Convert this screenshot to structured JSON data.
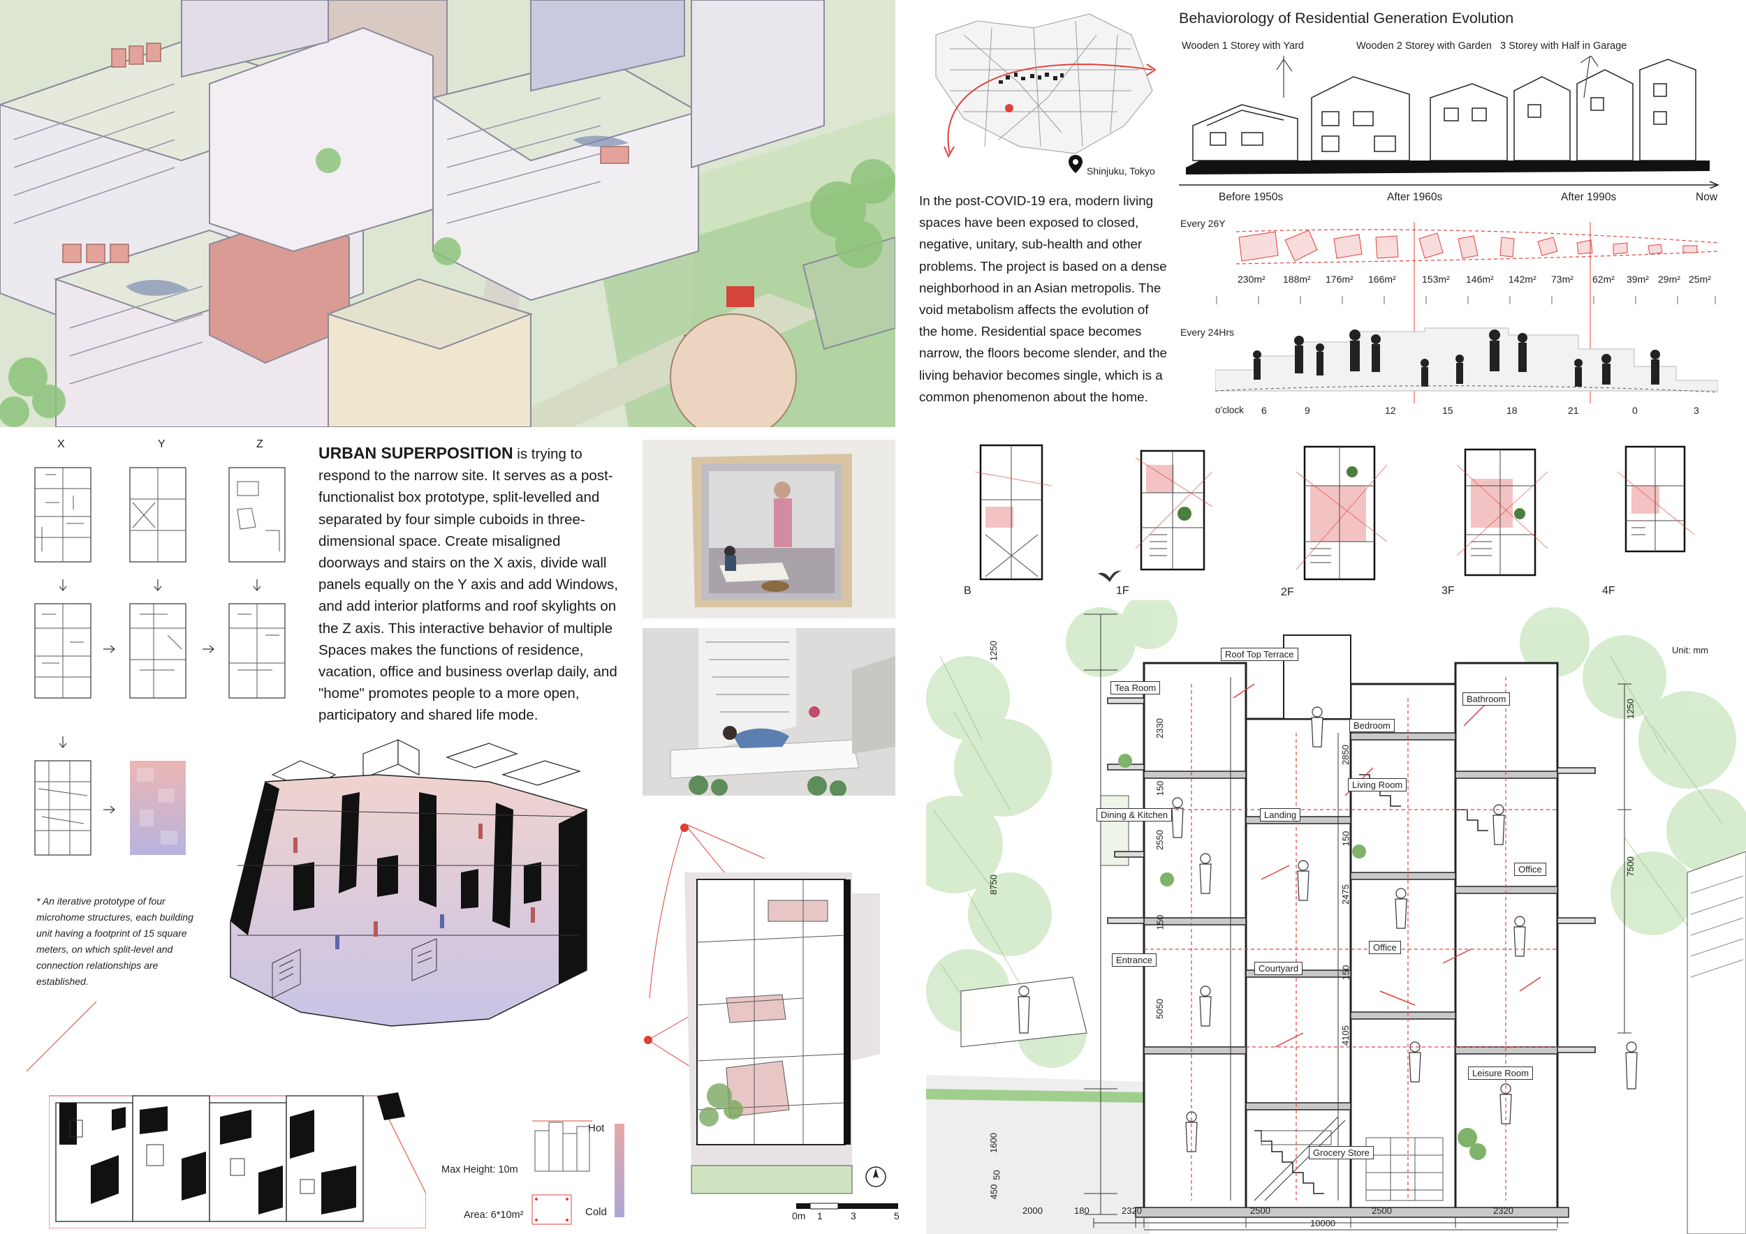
{
  "title": "Behaviorology of Residential Generation Evolution",
  "house_types": [
    "Wooden 1 Storey with Yard",
    "Wooden 2 Storey with Garden",
    "3 Storey with Half in Garage"
  ],
  "timeline": [
    "Before 1950s",
    "After 1960s",
    "After 1990s",
    "Now"
  ],
  "location": "Shinjuku, Tokyo",
  "intro": "In the post-COVID-19 era, modern living spaces have been exposed to closed, negative, unitary, sub-health and other problems. The project is based on a dense neighborhood in an Asian metropolis. The void metabolism affects the evolution of the home. Residential space becomes narrow, the floors become slender, and the living behavior becomes single, which is a common phenomenon about the home.",
  "areas_label": "Every 26Y",
  "areas": [
    "230m²",
    "188m²",
    "176m²",
    "166m²",
    "153m²",
    "146m²",
    "142m²",
    "73m²",
    "62m²",
    "39m²",
    "29m²",
    "25m²"
  ],
  "hours_label": "Every 24Hrs",
  "hours_unit": "o'clock",
  "hours": [
    "6",
    "9",
    "12",
    "15",
    "18",
    "21",
    "0",
    "3"
  ],
  "axes": [
    "X",
    "Y",
    "Z"
  ],
  "concept_heading": "URBAN SUPERPOSITION",
  "concept_text": "is trying to respond to the narrow site. It serves as a post-functionalist box prototype, split-levelled and separated by four simple cuboids in three-dimensional space. Create misaligned doorways and stairs on the X axis, divide wall panels equally on the Y axis and add Windows, and add interior platforms and roof skylights on the Z axis. This interactive behavior of multiple Spaces makes the functions of residence, vacation, office and business overlap daily, and \"home\" promotes people to a more open, participatory and shared life mode.",
  "prototype_note": "* An iterative prototype of four microhome structures, each building unit having a footprint of 15 square meters, on which split-level and connection relationships are established.",
  "max_height": "Max Height: 10m",
  "area_label": "Area: 6*10m²",
  "legend_hot": "Hot",
  "legend_cold": "Cold",
  "floors": [
    "B",
    "1F",
    "2F",
    "3F",
    "4F"
  ],
  "unit": "Unit: mm",
  "rooms": [
    "Roof Top Terrace",
    "Tea Room",
    "Bathroom",
    "Bedroom",
    "Living Room",
    "Dining & Kitchen",
    "Landing",
    "Office",
    "Office",
    "Entrance",
    "Courtyard",
    "Leisure Room",
    "Grocery Store"
  ],
  "dims_h": [
    "2000",
    "180",
    "2320",
    "2500",
    "2500",
    "2320"
  ],
  "dim_total": "10000",
  "dims_v_left": [
    "1250",
    "8750",
    "1600",
    "450",
    "50"
  ],
  "dims_v_inner": [
    "2330",
    "150",
    "2550",
    "150",
    "5050",
    "2850",
    "150",
    "2475",
    "150",
    "4105"
  ],
  "dims_v_right": [
    "1250",
    "7500"
  ],
  "scale": [
    "0m",
    "1",
    "3",
    "5"
  ],
  "colors": {
    "accent": "#e0403a",
    "pink": "#e8b0b0",
    "cold": "#a9a6d6",
    "green": "#8fc27a"
  },
  "icons": [
    "location-pin-icon",
    "north-arrow-icon",
    "bird-icon"
  ]
}
